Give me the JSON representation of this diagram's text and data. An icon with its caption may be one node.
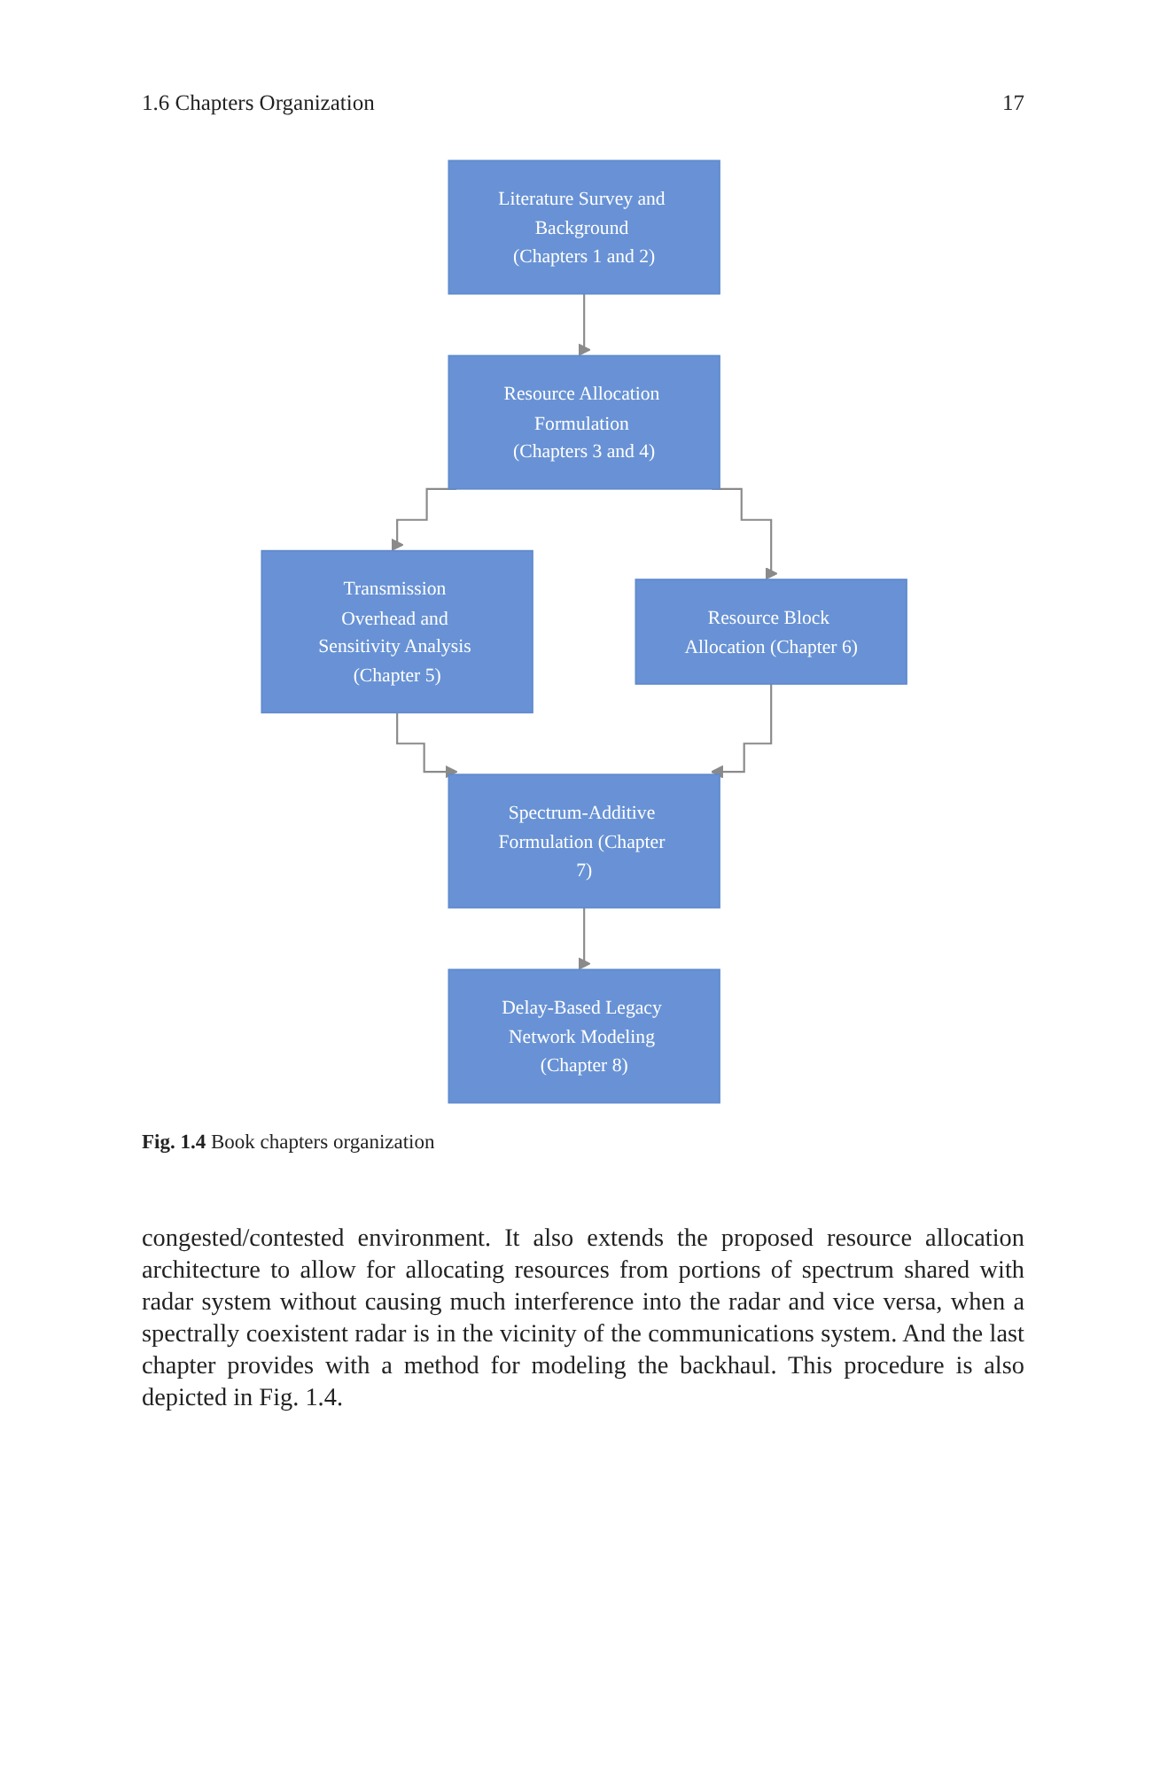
{
  "diagram": {
    "caption": "**Fig. 1.4** Book chapters organization",
    "nodes": [
      {
        "text": [
          "Literature Survey and Background (Chapters 1 and 2)"
        ]
      },
      {
        "text": [
          "Resource Allocation Formulation (Chapters 3 and 4)"
        ]
      },
      {
        "text": [
          "Transmission Overhead and Sensitivity Analysis (Chapter 5)"
        ]
      },
      {
        "text": [
          "Resource Block Allocation (Chapter 6)"
        ]
      },
      {
        "text": [
          "Spectrum-Additive Formulation (Chapter 7)"
        ]
      },
      {
        "text": [
          "Delay-Based Legacy Network Modeling (Chapter 8)"
        ]
      }
    ],
    "edges": [
      {
        "from": 0,
        "to": 1,
        "arrow": "to"
      },
      {
        "from": 1,
        "to": 2,
        "arrow": "to"
      },
      {
        "from": 1,
        "to": 3,
        "arrow": "to"
      },
      {
        "from": 2,
        "to": 4,
        "arrow": "to"
      },
      {
        "from": 3,
        "to": 4,
        "arrow": "to"
      },
      {
        "from": 4,
        "to": 5,
        "arrow": "to"
      }
    ],
    "labels": [
      "1.6 Chapters Organization",
      "17",
      "congested/contested environment. It also extends the proposed resource allocation architecture to allow for allocating resources from portions of spectrum shared with radar system without causing much interference into the radar and vice versa, when a spectrally coexistent radar is in the vicinity of the communications system. And the last chapter provides with a method for modeling the backhaul. This procedure is also depicted in Fig. 1.4."
    ]
  }
}
